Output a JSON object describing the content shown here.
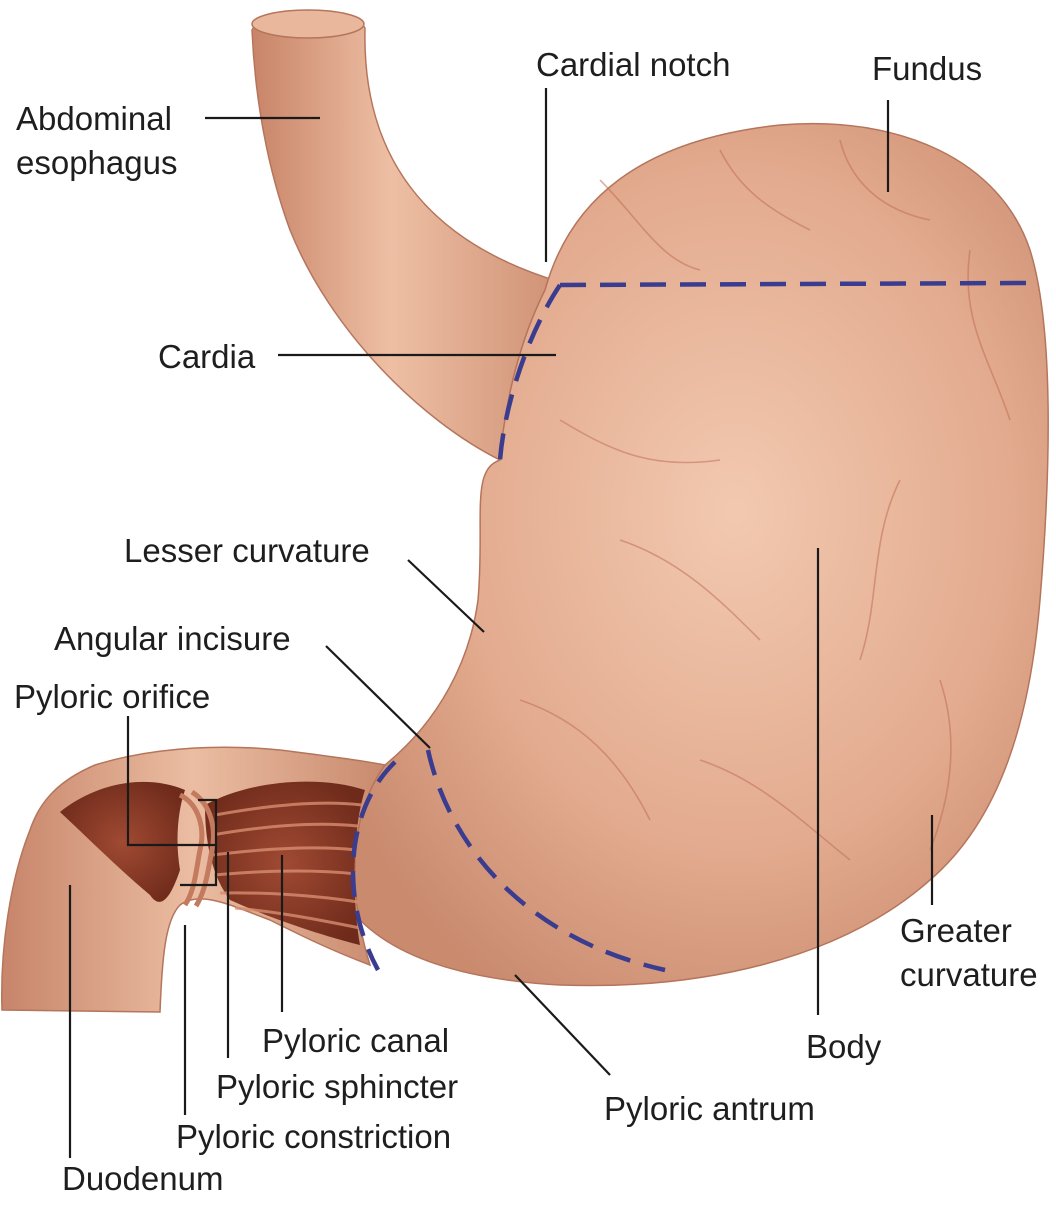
{
  "labels": {
    "abdominal_esophagus_line1": "Abdominal",
    "abdominal_esophagus_line2": "esophagus",
    "cardial_notch": "Cardial notch",
    "fundus": "Fundus",
    "cardia": "Cardia",
    "lesser_curvature": "Lesser curvature",
    "angular_incisure": "Angular incisure",
    "pyloric_orifice": "Pyloric orifice",
    "greater_curvature_line1": "Greater",
    "greater_curvature_line2": "curvature",
    "pyloric_canal": "Pyloric canal",
    "body": "Body",
    "pyloric_sphincter": "Pyloric sphincter",
    "pyloric_antrum": "Pyloric antrum",
    "pyloric_constriction": "Pyloric constriction",
    "duodenum": "Duodenum"
  },
  "colors": {
    "tissue": "#dfa58a",
    "tissue_light": "#efc3aa",
    "tissue_dark": "#b8705a",
    "lumen": "#7a3422",
    "region_boundary": "#3a3c8f",
    "label_text": "#1e1e1e"
  }
}
